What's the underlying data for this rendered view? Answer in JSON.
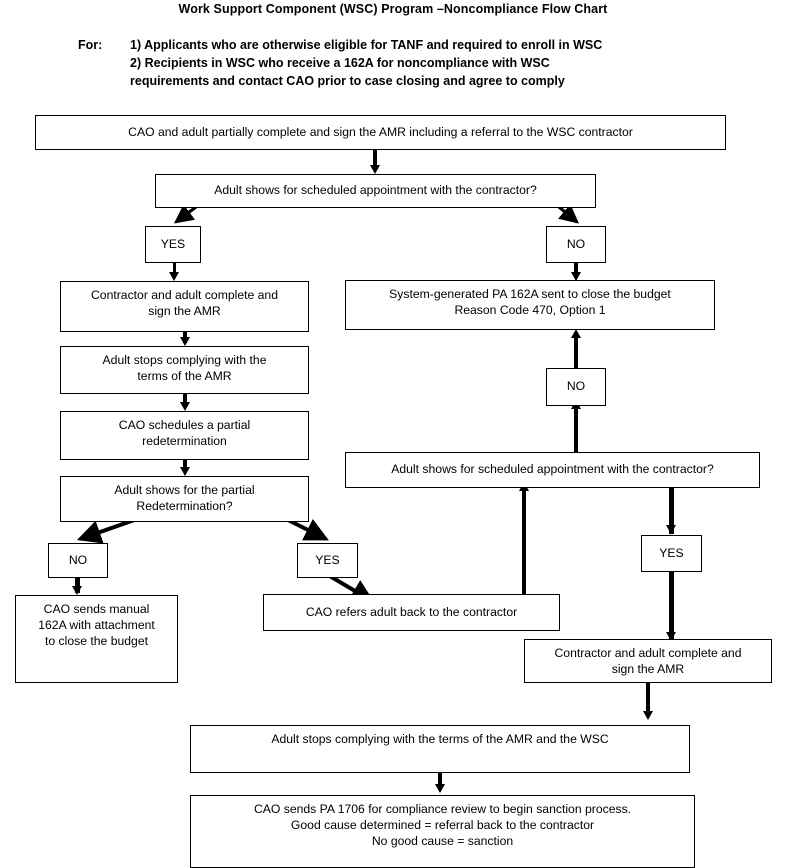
{
  "header": {
    "title": "Work Support Component (WSC) Program –Noncompliance Flow Chart",
    "for_label": "For:",
    "for_items": [
      "1) Applicants who are otherwise eligible for TANF and required to enroll in WSC",
      "2) Recipients in WSC who receive a 162A for noncompliance with WSC",
      "requirements and contact CAO prior to case closing and agree to comply"
    ]
  },
  "chart_data": {
    "type": "diagram",
    "title": "Work Support Component (WSC) Program –Noncompliance Flow Chart",
    "nodes": [
      {
        "id": "n1",
        "label": "CAO and adult partially complete and sign the AMR including a referral to the WSC contractor"
      },
      {
        "id": "n2",
        "label": "Adult shows for scheduled appointment with the contractor?"
      },
      {
        "id": "n3",
        "label": "YES"
      },
      {
        "id": "n4",
        "label": "NO"
      },
      {
        "id": "n5",
        "label": "Contractor and adult complete and sign the AMR"
      },
      {
        "id": "n6",
        "label": "System-generated PA 162A sent to close the budget Reason Code 470, Option 1"
      },
      {
        "id": "n7",
        "label": "Adult stops complying with the terms of the AMR"
      },
      {
        "id": "n8",
        "label": "NO"
      },
      {
        "id": "n9",
        "label": "CAO schedules a partial redetermination"
      },
      {
        "id": "n10",
        "label": "Adult shows for scheduled appointment with the contractor?"
      },
      {
        "id": "n11",
        "label": "Adult shows for the partial Redetermination?"
      },
      {
        "id": "n12",
        "label": "NO"
      },
      {
        "id": "n13",
        "label": "YES"
      },
      {
        "id": "n14",
        "label": "YES"
      },
      {
        "id": "n15",
        "label": "CAO sends manual 162A with attachment to close the budget"
      },
      {
        "id": "n16",
        "label": "CAO refers adult back to the contractor"
      },
      {
        "id": "n17",
        "label": "Contractor and adult complete and sign the AMR"
      },
      {
        "id": "n18",
        "label": "Adult stops complying with the terms of the AMR and the WSC"
      },
      {
        "id": "n19",
        "label": "CAO sends PA 1706 for compliance review to begin sanction process. Good cause determined = referral back to the contractor No good cause = sanction"
      }
    ],
    "edges": [
      {
        "from": "n1",
        "to": "n2",
        "label": ""
      },
      {
        "from": "n2",
        "to": "n3",
        "label": "YES"
      },
      {
        "from": "n2",
        "to": "n4",
        "label": "NO"
      },
      {
        "from": "n3",
        "to": "n5",
        "label": ""
      },
      {
        "from": "n4",
        "to": "n6",
        "label": ""
      },
      {
        "from": "n5",
        "to": "n7",
        "label": ""
      },
      {
        "from": "n7",
        "to": "n9",
        "label": ""
      },
      {
        "from": "n9",
        "to": "n11",
        "label": ""
      },
      {
        "from": "n11",
        "to": "n12",
        "label": "NO"
      },
      {
        "from": "n11",
        "to": "n13",
        "label": "YES"
      },
      {
        "from": "n12",
        "to": "n15",
        "label": ""
      },
      {
        "from": "n13",
        "to": "n16",
        "label": ""
      },
      {
        "from": "n16",
        "to": "n10",
        "label": ""
      },
      {
        "from": "n10",
        "to": "n8",
        "label": "NO"
      },
      {
        "from": "n8",
        "to": "n6",
        "label": ""
      },
      {
        "from": "n10",
        "to": "n14",
        "label": "YES"
      },
      {
        "from": "n14",
        "to": "n17",
        "label": ""
      },
      {
        "from": "n17",
        "to": "n18",
        "label": ""
      },
      {
        "from": "n18",
        "to": "n19",
        "label": ""
      }
    ]
  },
  "boxes": {
    "b1_cao_adult_partially": "CAO and adult partially complete and sign the AMR including a referral to the WSC contractor",
    "b2_adult_shows_appt": "Adult shows for scheduled appointment with the contractor?",
    "b3_yes": "YES",
    "b4_no": "NO",
    "b5_contractor_adult_l1": "Contractor and adult complete and",
    "b5_contractor_adult_l2": "sign the AMR",
    "b6_system_generated_l1": "System-generated PA 162A sent to close the budget",
    "b6_system_generated_l2": "Reason Code 470, Option 1",
    "b7_adult_stops_l1": "Adult stops complying with the",
    "b7_adult_stops_l2": "terms of the AMR",
    "b8_no": "NO",
    "b9_cao_schedules_l1": "CAO schedules a partial",
    "b9_cao_schedules_l2": "redetermination",
    "b10_adult_shows_appt2": "Adult shows for scheduled appointment with the contractor?",
    "b11_adult_shows_redet_l1": "Adult shows for the partial",
    "b11_adult_shows_redet_l2": "Redetermination?",
    "b12_no": "NO",
    "b13_yes": "YES",
    "b14_yes": "YES",
    "b15_cao_manual_l1": "CAO sends manual",
    "b15_cao_manual_l2": "162A with attachment",
    "b15_cao_manual_l3": "to close the budget",
    "b16_cao_refers": "CAO refers adult back to the contractor",
    "b17_contractor_adult_l1": "Contractor and adult complete and",
    "b17_contractor_adult_l2": "sign the AMR",
    "b18_adult_stops_wsc": "Adult stops complying with the terms of the AMR and the WSC",
    "b19_cao_1706_l1": "CAO sends PA 1706 for compliance review to begin sanction process.",
    "b19_cao_1706_l2": "Good cause determined = referral back to the contractor",
    "b19_cao_1706_l3": "No good cause = sanction"
  },
  "colors": {
    "line": "#000000",
    "box_border": "#000000",
    "background": "#ffffff",
    "text": "#000000"
  }
}
